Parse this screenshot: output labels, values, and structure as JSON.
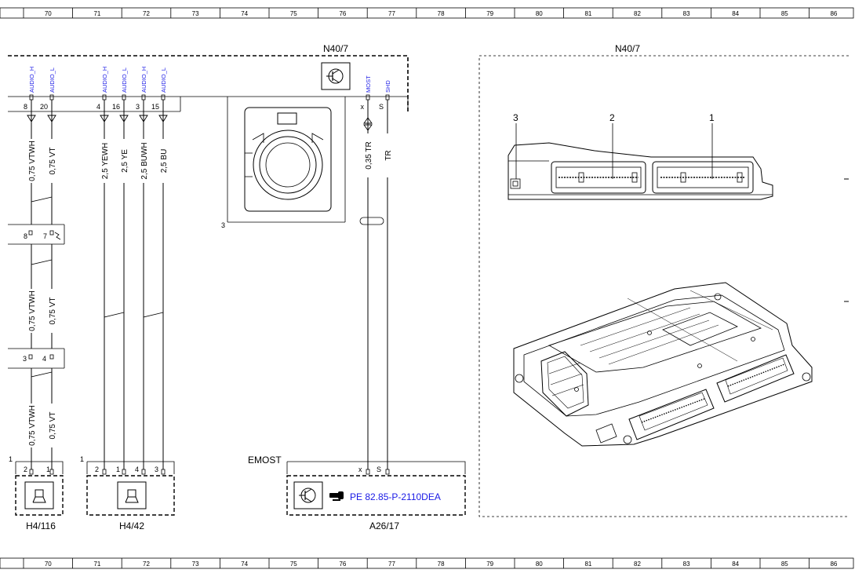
{
  "ruler": {
    "columns": [
      "70",
      "71",
      "72",
      "73",
      "74",
      "75",
      "76",
      "77",
      "78",
      "79",
      "80",
      "81",
      "82",
      "83",
      "84",
      "85",
      "86"
    ]
  },
  "module_schematic": {
    "label": "N40/7",
    "signals": [
      "AUDIO_H",
      "AUDIO_L",
      "AUDIO_H",
      "AUDIO_L",
      "AUDIO_H",
      "AUDIO_L",
      "MOST",
      "SHD"
    ],
    "pins": [
      "8",
      "20",
      "4",
      "16",
      "3",
      "15",
      "x",
      "S"
    ],
    "callout": "3"
  },
  "wires": {
    "upper": [
      "0,75 VTWH",
      "0,75 VT",
      "2,5 YEWH",
      "2,5 YE",
      "2,5 BUWH",
      "2,5 BU",
      "0,35 TR",
      "TR"
    ],
    "middle": [
      "0,75 VTWH",
      "0,75 VT"
    ],
    "lower": [
      "0,75 VTWH",
      "0,75 VT"
    ]
  },
  "connectors": {
    "first": [
      "8",
      "7"
    ],
    "second": [
      "3",
      "4"
    ]
  },
  "speakers": [
    {
      "label": "H4/116",
      "index": "1",
      "pins": [
        "2",
        "1"
      ]
    },
    {
      "label": "H4/42",
      "index": "1",
      "pins": [
        "2",
        "1",
        "4",
        "3"
      ]
    }
  ],
  "most_unit": {
    "top_label": "EMOST",
    "label": "A26/17",
    "pins": [
      "x",
      "S"
    ],
    "reference": "PE 82.85-P-2110DEA"
  },
  "component_view": {
    "label": "N40/7",
    "callouts": [
      "3",
      "2",
      "1"
    ]
  }
}
